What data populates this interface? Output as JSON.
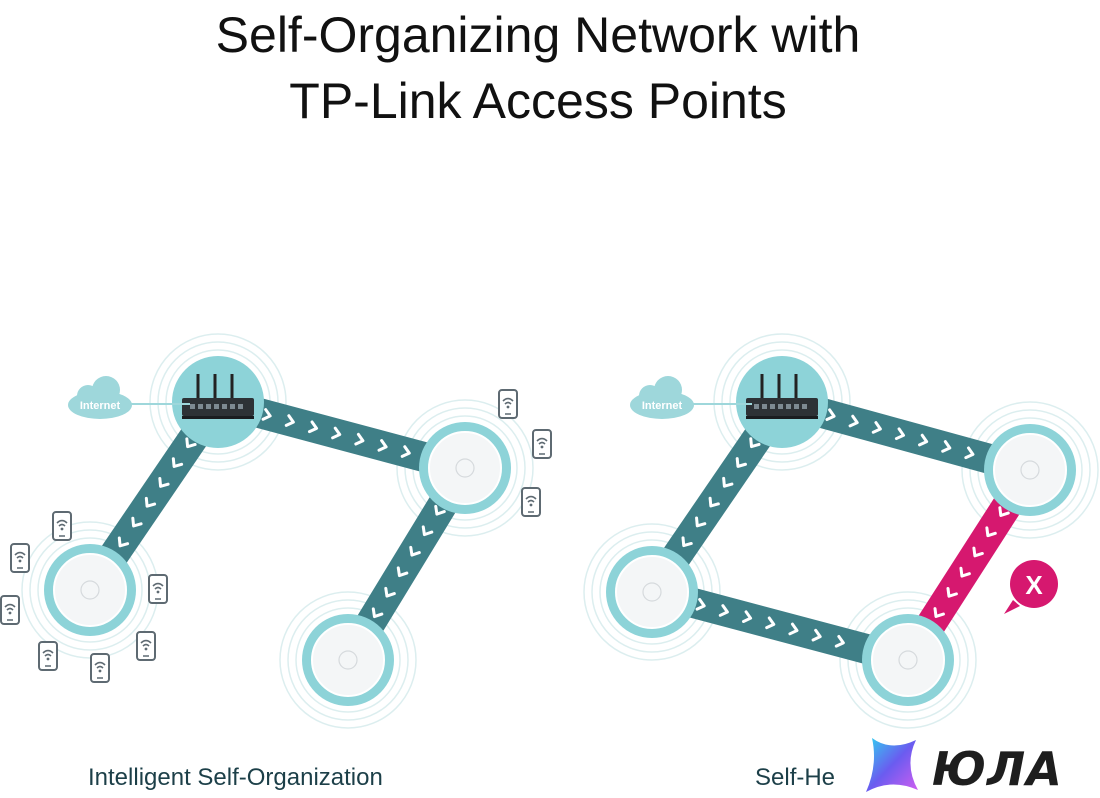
{
  "title": {
    "line1": "Self-Organizing Network with",
    "line2": "TP-Link Access Points"
  },
  "captions": {
    "left": "Intelligent Self-Organization",
    "right": "Self-He"
  },
  "cloud_label": "Internet",
  "failure_marker": "X",
  "watermark": "ЮЛА",
  "colors": {
    "link": "#3f7f87",
    "failed_link": "#d6186f",
    "node": "#8dd3d8",
    "node_inner": "#f4f6f7",
    "cloud": "#9ed7db",
    "ring": "#dceeef",
    "device": "#5e6a72"
  },
  "icons": [
    "cloud-icon",
    "router-icon",
    "access-point-icon",
    "phone-icon",
    "wifi-icon",
    "chevron-icon",
    "close-icon"
  ]
}
